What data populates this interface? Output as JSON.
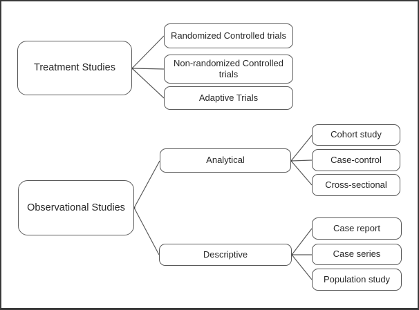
{
  "diagram": {
    "nodes": {
      "treatment": {
        "label": "Treatment Studies"
      },
      "randomized": {
        "label": "Randomized Controlled trials"
      },
      "non_randomized": {
        "label": "Non-randomized Controlled trials"
      },
      "adaptive": {
        "label": "Adaptive Trials"
      },
      "observational": {
        "label": "Observational Studies"
      },
      "analytical": {
        "label": "Analytical"
      },
      "descriptive": {
        "label": "Descriptive"
      },
      "cohort": {
        "label": "Cohort study"
      },
      "case_control": {
        "label": "Case-control"
      },
      "cross_sectional": {
        "label": "Cross-sectional"
      },
      "case_report": {
        "label": "Case report"
      },
      "case_series": {
        "label": "Case series"
      },
      "population": {
        "label": "Population study"
      }
    },
    "edges": [
      {
        "from": "treatment",
        "to": "randomized"
      },
      {
        "from": "treatment",
        "to": "non_randomized"
      },
      {
        "from": "treatment",
        "to": "adaptive"
      },
      {
        "from": "observational",
        "to": "analytical"
      },
      {
        "from": "observational",
        "to": "descriptive"
      },
      {
        "from": "analytical",
        "to": "cohort"
      },
      {
        "from": "analytical",
        "to": "case_control"
      },
      {
        "from": "analytical",
        "to": "cross_sectional"
      },
      {
        "from": "descriptive",
        "to": "case_report"
      },
      {
        "from": "descriptive",
        "to": "case_series"
      },
      {
        "from": "descriptive",
        "to": "population"
      }
    ],
    "colors": {
      "frame_border": "#3a3a3a",
      "box_border": "#595959",
      "connector_line": "#595959",
      "text": "#262626",
      "background": "#ffffff"
    }
  }
}
